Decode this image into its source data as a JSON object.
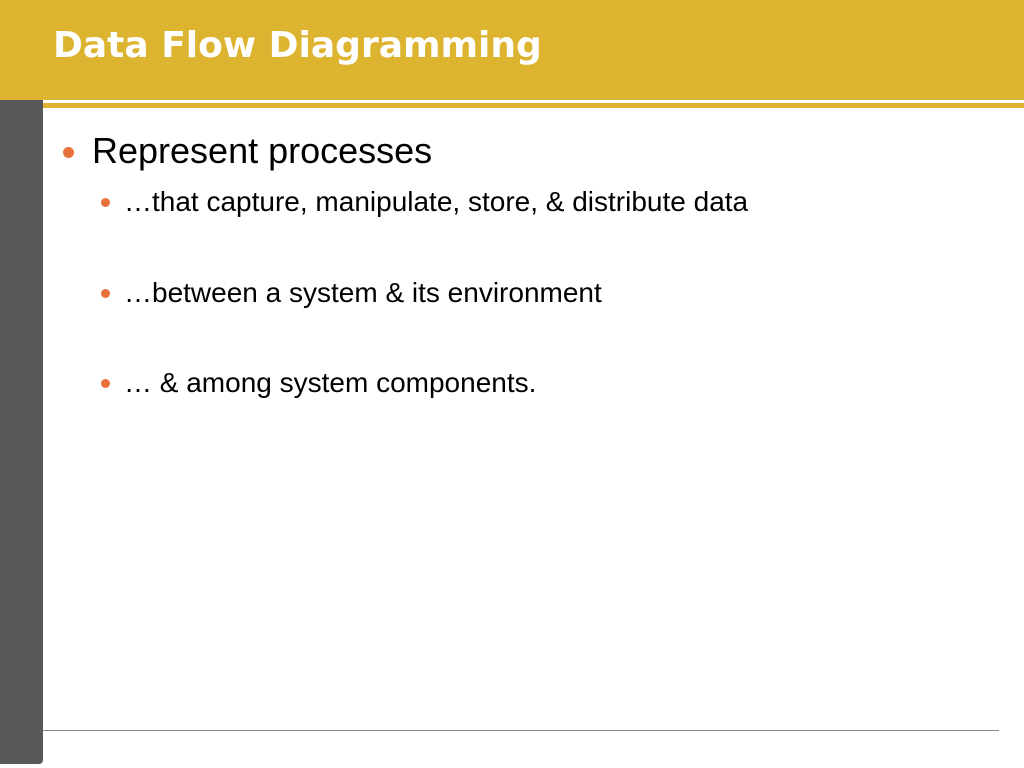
{
  "slide": {
    "title": "Data Flow Diagramming",
    "bullets": [
      {
        "text": "Represent processes",
        "sub": [
          "…that capture, manipulate, store, & distribute data",
          "…between a system & its environment",
          "… & among system components."
        ]
      }
    ]
  },
  "colors": {
    "title_bar": "#DDB42F",
    "side_bar": "#58585A",
    "bullet_dot": "#E8703A",
    "title_text": "#FFFFFF"
  }
}
